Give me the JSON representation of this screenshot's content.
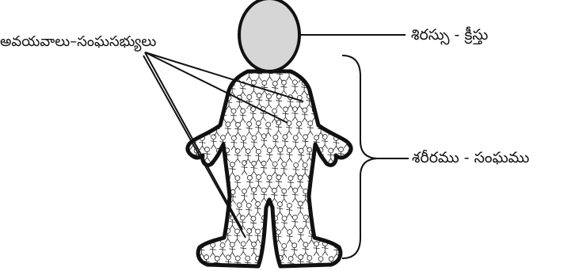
{
  "labels": {
    "parts": "అవయవాలు–సంఘసభ్యులు",
    "head": "శిరస్సు - క్రీస్తు",
    "body": "శరీరము - సంఘము"
  },
  "colors": {
    "head_fill": "#d6d6d6",
    "outline": "#111111",
    "figure_fill": "#ffffff"
  }
}
